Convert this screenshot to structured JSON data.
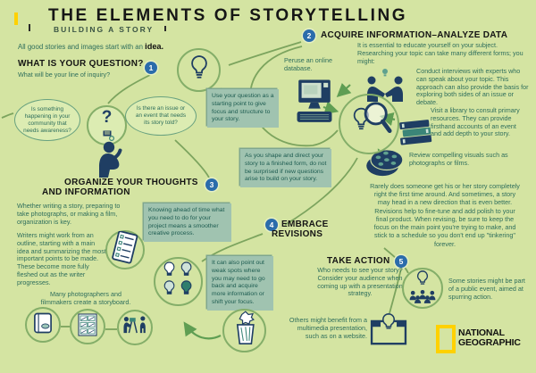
{
  "palette": {
    "background": "#d4e4a2",
    "navy_icon": "#1f3e63",
    "teal_icon": "#3b8578",
    "body_text": "#2e6e5c",
    "heading_text": "#141414",
    "number_circle": "#2b6cab",
    "callout_box": "#a0c3b0",
    "bubble_fill": "#dcecb2",
    "connector_line": "#7ca45e",
    "logo_yellow": "#ffd100"
  },
  "header": {
    "title": "THE ELEMENTS OF STORYTELLING",
    "subtitle": "BUILDING A STORY",
    "intro_prefix": "All good stories and images start with an ",
    "intro_bold": "idea."
  },
  "glyphs": {
    "question_mark": "?"
  },
  "sections": {
    "question": {
      "number": "1",
      "title": "WHAT IS YOUR QUESTION?",
      "subtitle": "What will be your line of inquiry?",
      "bubble_left": "Is something happening in your community that needs awareness?",
      "bubble_right": "Is there an issue or an event that needs its story told?"
    },
    "acquire": {
      "number": "2",
      "title": "ACQUIRE INFORMATION–ANALYZE DATA",
      "intro": "It is essential to educate yourself on your subject. Researching your topic can take many different forms; you might:",
      "peruse": "Peruse an online database.",
      "interviews": "Conduct interviews with experts who can speak about your topic. This approach can also provide the basis for exploring both sides of an issue or debate.",
      "library": "Visit a library to consult primary resources. They can provide firsthand accounts of an event and add depth to your story.",
      "visuals": "Review compelling visuals such as photographs or films."
    },
    "organize": {
      "number": "3",
      "title_line1": "ORGANIZE YOUR THOUGHTS",
      "title_line2": "AND INFORMATION",
      "para1": "Whether writing a story, preparing to take photographs, or making a film, organization is key.",
      "para2": "Writers might work from an outline, starting with a main idea and summarizing the most important points to be made. These become more fully fleshed out as the writer progresses.",
      "para3": "Many photographers and filmmakers create a storyboard."
    },
    "revisions": {
      "number": "4",
      "title_line1": "EMBRACE",
      "title_line2": "REVISIONS",
      "para": "Rarely does someone get his or her story completely right the first time around. And sometimes, a story may head in a new direction that is even better. Revisions help to fine-tune and add polish to your final product. When revising, be sure to keep the focus on the main point you're trying to make, and stick to a schedule so you don't end up \"tinkering\" forever."
    },
    "action": {
      "number": "5",
      "title": "TAKE ACTION",
      "para": "Who needs to see your story? Consider your audience when coming up with a presentation strategy.",
      "public_event": "Some stories might be part of a public event, aimed at spurring action.",
      "multimedia": "Others might benefit from a multimedia presentation, such as on a website."
    }
  },
  "callouts": {
    "box1": "Use your question as a starting point to give focus and structure to your story.",
    "box2": "As you shape and direct your story to a finished form, do not be surprised if new questions arise to build on your story.",
    "box3": "Knowing ahead of time what you need to do for your project means a smoother creative process.",
    "box4": "It can also point out weak spots where you may need to go back and acquire more information or shift your focus."
  },
  "logo": {
    "line1": "NATIONAL",
    "line2": "GEOGRAPHIC"
  }
}
